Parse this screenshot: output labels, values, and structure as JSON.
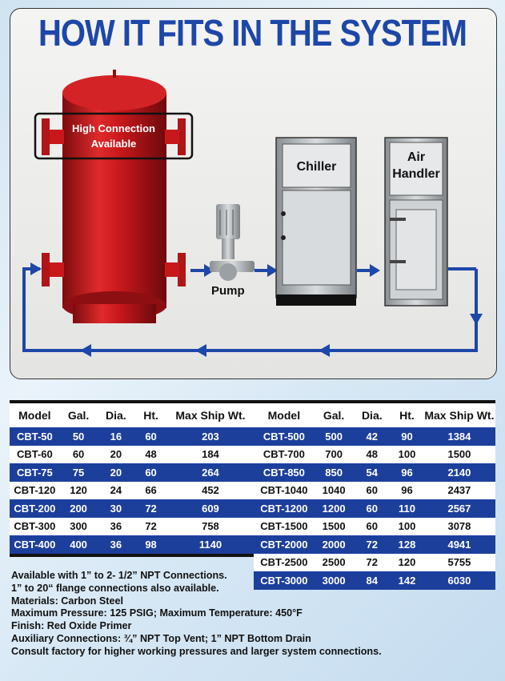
{
  "title": "HOW IT FITS IN THE SYSTEM",
  "diagram": {
    "tank_callout": "High Connection",
    "tank_callout2": "Available",
    "pump_label": "Pump",
    "chiller_label": "Chiller",
    "air_handler_label1": "Air",
    "air_handler_label2": "Handler",
    "colors": {
      "tank": "#c8181c",
      "flow": "#1d47a8"
    }
  },
  "table": {
    "headers": [
      "Model",
      "Gal.",
      "Dia.",
      "Ht.",
      "Max Ship Wt."
    ],
    "left": [
      [
        "CBT-50",
        "50",
        "16",
        "60",
        "203"
      ],
      [
        "CBT-60",
        "60",
        "20",
        "48",
        "184"
      ],
      [
        "CBT-75",
        "75",
        "20",
        "60",
        "264"
      ],
      [
        "CBT-120",
        "120",
        "24",
        "66",
        "452"
      ],
      [
        "CBT-200",
        "200",
        "30",
        "72",
        "609"
      ],
      [
        "CBT-300",
        "300",
        "36",
        "72",
        "758"
      ],
      [
        "CBT-400",
        "400",
        "36",
        "98",
        "1140"
      ]
    ],
    "right": [
      [
        "CBT-500",
        "500",
        "42",
        "90",
        "1384"
      ],
      [
        "CBT-700",
        "700",
        "48",
        "100",
        "1500"
      ],
      [
        "CBT-850",
        "850",
        "54",
        "96",
        "2140"
      ],
      [
        "CBT-1040",
        "1040",
        "60",
        "96",
        "2437"
      ],
      [
        "CBT-1200",
        "1200",
        "60",
        "110",
        "2567"
      ],
      [
        "CBT-1500",
        "1500",
        "60",
        "100",
        "3078"
      ],
      [
        "CBT-2000",
        "2000",
        "72",
        "128",
        "4941"
      ],
      [
        "CBT-2500",
        "2500",
        "72",
        "120",
        "5755"
      ],
      [
        "CBT-3000",
        "3000",
        "84",
        "142",
        "6030"
      ]
    ],
    "colors": {
      "highlight": "#1d3f9c"
    }
  },
  "notes": [
    "Available with 1” to 2- 1/2” NPT Connections.",
    "1” to 20“ flange connections also available.",
    "Materials: Carbon Steel",
    "Maximum Pressure: 125 PSIG; Maximum  Temperature: 450°F",
    "Finish: Red Oxide Primer",
    "Auxiliary Connections: ¾” NPT Top Vent; 1” NPT Bottom Drain",
    "Consult factory for higher working pressures and larger system connections."
  ]
}
